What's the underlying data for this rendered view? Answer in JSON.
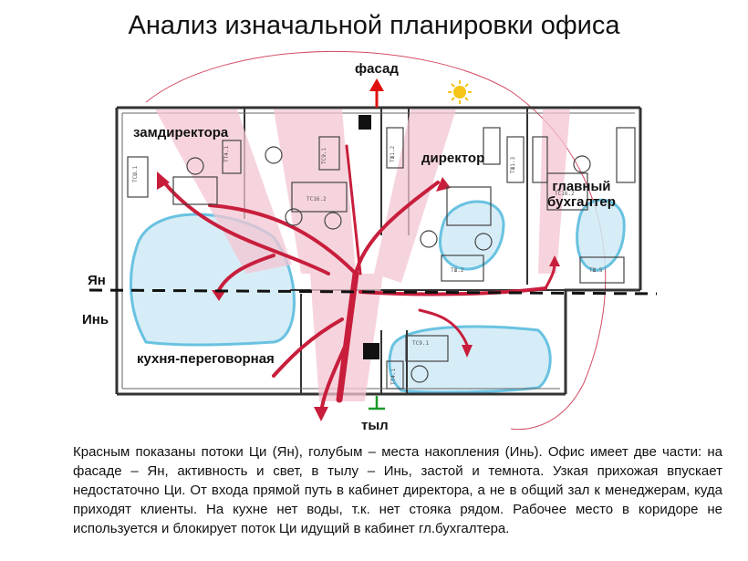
{
  "title": "Анализ изначальной планировки офиса",
  "labels": {
    "facade": "фасад",
    "back": "тыл",
    "deputy_director": "замдиректора",
    "director": "директор",
    "chief_accountant_line1": "главный",
    "chief_accountant_line2": "бухгалтер",
    "kitchen_meeting": "кухня-переговорная",
    "yang": "Ян",
    "yin": "Инь"
  },
  "furniture_tags": [
    "ТТ4.1",
    "ТСШ.1",
    "ТС16.2",
    "ТШ1.2",
    "ТШ1.3",
    "ТС9.1",
    "ТШ.2",
    "ТШ.5",
    "ТС16.2",
    "ТС9.1",
    "ТТ4.1"
  ],
  "description": "Красным показаны потоки Ци (Ян), голубым – места накопления (Инь). Офис имеет две части: на фасаде – Ян, активность и свет, в тылу – Инь, застой и темнота. Узкая прихожая впускает недостаточно Ци. От входа прямой путь в кабинет директора, а не в общий зал к менеджерам, куда приходят клиенты. На кухне нет воды, т.к. нет стояка рядом. Рабочее место в коридоре не используется и блокирует поток Ци идущий в кабинет гл.бухгалтера.",
  "colors": {
    "qi_flow": "#c81e3c",
    "qi_flow_fill": "#f4c6d2",
    "accumulation": "#4fb8dc",
    "accumulation_fill": "#cfeaf6",
    "wall": "#333333",
    "arrow_up": "#e01010",
    "entrance": "#1a9a2a",
    "sun": "#f5c518"
  },
  "icons": [
    "sun-icon",
    "arrow-up-icon",
    "entrance-marker-icon"
  ]
}
